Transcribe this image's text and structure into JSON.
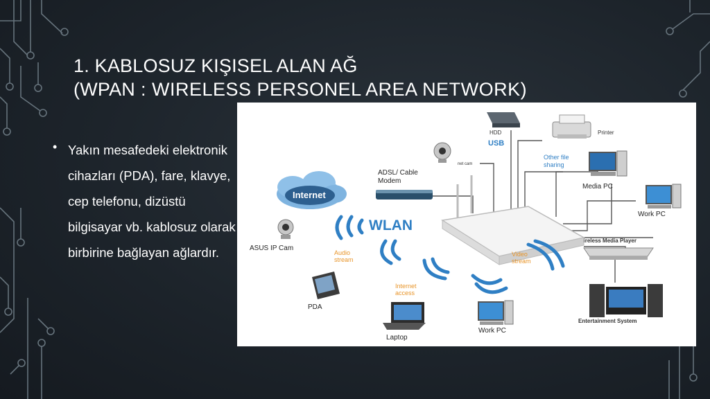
{
  "slide": {
    "title_line1": "1. KABLOSUZ KIŞISEL ALAN AĞ",
    "title_open": "(",
    "title_abbr": "WPAN",
    "title_rest": " : WIRELESS PERSONEL AREA NETWORK",
    "title_close": ")"
  },
  "bullet": {
    "symbol": "•",
    "text": "Yakın mesafedeki elektronik cihazları (PDA), fare, klavye, cep telefonu, dizüstü bilgisayar vb. kablosuz olarak birbirine bağlayan ağlardır."
  },
  "diagram": {
    "internet": "Internet",
    "modem": "ADSL/ Cable\nModem",
    "wlan": "WLAN",
    "hdd": "HDD",
    "usb": "USB",
    "printer": "Printer",
    "other_sharing": "Other file\nsharing",
    "media_pc": "Media PC",
    "work_pc_right": "Work PC",
    "wireless_media_player": "Wireless Media Player",
    "entertainment": "Entertainment System",
    "ip_cam": "ASUS IP Cam",
    "audio_stream": "Audio\nstream",
    "internet_access": "Internet\naccess",
    "video_stream": "Video\nstream",
    "pda": "PDA",
    "laptop": "Laptop",
    "work_pc_bottom": "Work PC",
    "net_cam": "net cam"
  },
  "colors": {
    "background": "#1d242b",
    "circuit": "#6f7d86",
    "accent_blue": "#2f7fc4",
    "stream_orange": "#e8952a"
  }
}
